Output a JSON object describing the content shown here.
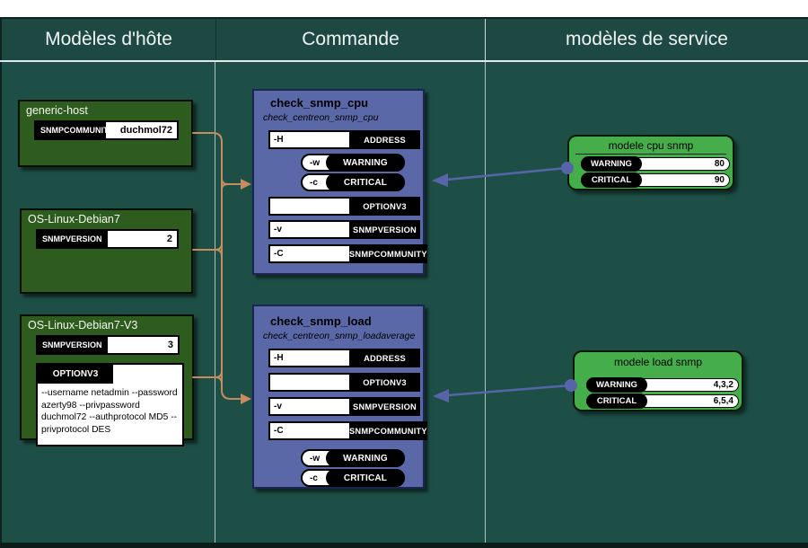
{
  "columns": [
    {
      "label": "Modèles d'hôte"
    },
    {
      "label": "Commande"
    },
    {
      "label": "modèles de service"
    }
  ],
  "host_templates": [
    {
      "name": "generic-host",
      "rows": [
        {
          "label": "SNMPCOMMUNITY",
          "value": "duchmol72"
        }
      ]
    },
    {
      "name": "OS-Linux-Debian7",
      "rows": [
        {
          "label": "SNMPVERSION",
          "value": "2"
        }
      ]
    },
    {
      "name": "OS-Linux-Debian7-V3",
      "rows": [
        {
          "label": "SNMPVERSION",
          "value": "3"
        }
      ],
      "option_block": {
        "label": "OPTIONV3",
        "text": "--username netadmin --password azerty98 --privpassword duchmol72 --authprotocol MD5 --privprotocol DES"
      }
    }
  ],
  "commands": [
    {
      "name": "check_snmp_cpu",
      "plugin": "check_centreon_snmp_cpu",
      "rows": [
        {
          "flag": "-H",
          "label": "ADDRESS"
        },
        {
          "flag": "-w",
          "label": "WARNING"
        },
        {
          "flag": "-c",
          "label": "CRITICAL"
        },
        {
          "flag": "",
          "label": "OPTIONV3"
        },
        {
          "flag": "-v",
          "label": "SNMPVERSION"
        },
        {
          "flag": "-C",
          "label": "SNMPCOMMUNITY"
        }
      ]
    },
    {
      "name": "check_snmp_load",
      "plugin": "check_centreon_snmp_loadaverage",
      "rows": [
        {
          "flag": "-H",
          "label": "ADDRESS"
        },
        {
          "flag": "",
          "label": "OPTIONV3"
        },
        {
          "flag": "-v",
          "label": "SNMPVERSION"
        },
        {
          "flag": "-C",
          "label": "SNMPCOMMUNITY"
        },
        {
          "flag": "-w",
          "label": "WARNING"
        },
        {
          "flag": "-c",
          "label": "CRITICAL"
        }
      ]
    }
  ],
  "service_templates": [
    {
      "name": "modele cpu snmp",
      "rows": [
        {
          "label": "WARNING",
          "value": "80"
        },
        {
          "label": "CRITICAL",
          "value": "90"
        }
      ]
    },
    {
      "name": "modele load snmp",
      "rows": [
        {
          "label": "WARNING",
          "value": "4,3,2"
        },
        {
          "label": "CRITICAL",
          "value": "6,5,4"
        }
      ]
    }
  ],
  "connections": [
    {
      "from": "generic-host",
      "to": "check_snmp_cpu / check_snmp_load",
      "color": "tan"
    },
    {
      "from": "OS-Linux-Debian7",
      "to": "check_snmp_cpu / check_snmp_load",
      "color": "tan"
    },
    {
      "from": "OS-Linux-Debian7-V3",
      "to": "check_snmp_cpu / check_snmp_load",
      "color": "tan"
    },
    {
      "from": "modele cpu snmp",
      "to": "check_snmp_cpu",
      "color": "purple"
    },
    {
      "from": "modele load snmp",
      "to": "check_snmp_load",
      "color": "purple"
    }
  ],
  "colors": {
    "background": "#1d4f47",
    "header_bg": "#1d4942",
    "host_box": "#2e5c1f",
    "command_box": "#5a68a8",
    "service_box": "#45ad4a",
    "connector_host": "#c68d5e",
    "connector_service": "#5765a8"
  }
}
